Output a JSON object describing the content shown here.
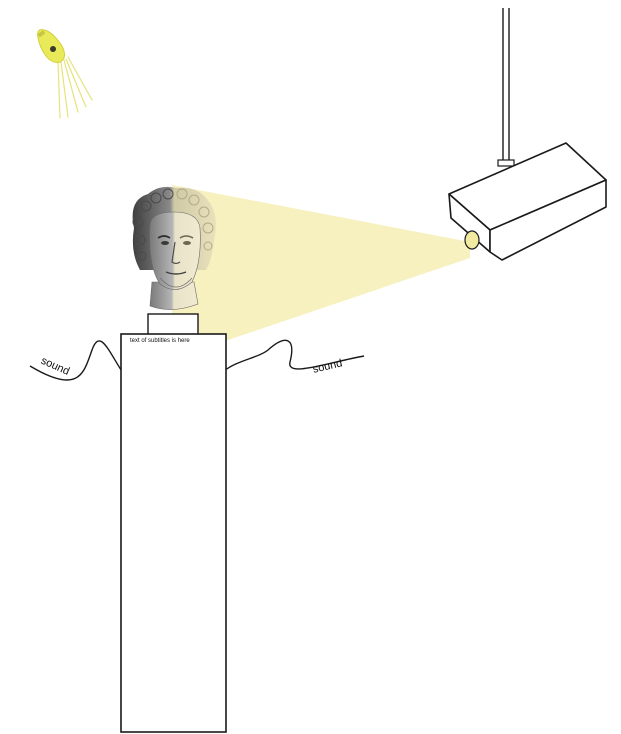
{
  "subtitle_text": "text of subtitles is here",
  "sound_left": "sound",
  "sound_right": "sound",
  "icons": {
    "lamp": "spotlight-bulb-icon",
    "projector": "ceiling-projector-icon",
    "head": "classical-bust-icon"
  },
  "colors": {
    "light_beam": "#f7f0bf",
    "bulb": "#e9ea5a",
    "outline": "#1a1a1a",
    "stone": "#c9c9c9"
  }
}
